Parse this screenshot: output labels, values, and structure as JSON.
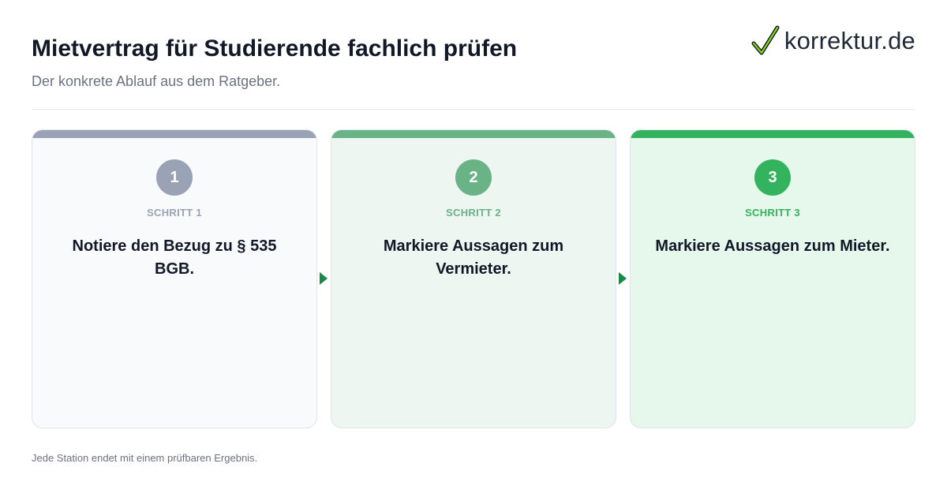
{
  "header": {
    "title": "Mietvertrag für Studierende fachlich prüfen",
    "subtitle": "Der konkrete Ablauf aus dem Ratgeber."
  },
  "logo": {
    "text": "korrektur.de",
    "icon": "checkmark-icon"
  },
  "steps": [
    {
      "number": "1",
      "label": "SCHRITT 1",
      "text": "Notiere den Bezug zu § 535 BGB.",
      "color": "#9aa3b5"
    },
    {
      "number": "2",
      "label": "SCHRITT 2",
      "text": "Markiere Aussagen zum Vermieter.",
      "color": "#6ab387"
    },
    {
      "number": "3",
      "label": "SCHRITT 3",
      "text": "Markiere Aussagen zum Mieter.",
      "color": "#34b35f"
    }
  ],
  "footer": {
    "note": "Jede Station endet mit einem prüfbaren Ergebnis."
  }
}
